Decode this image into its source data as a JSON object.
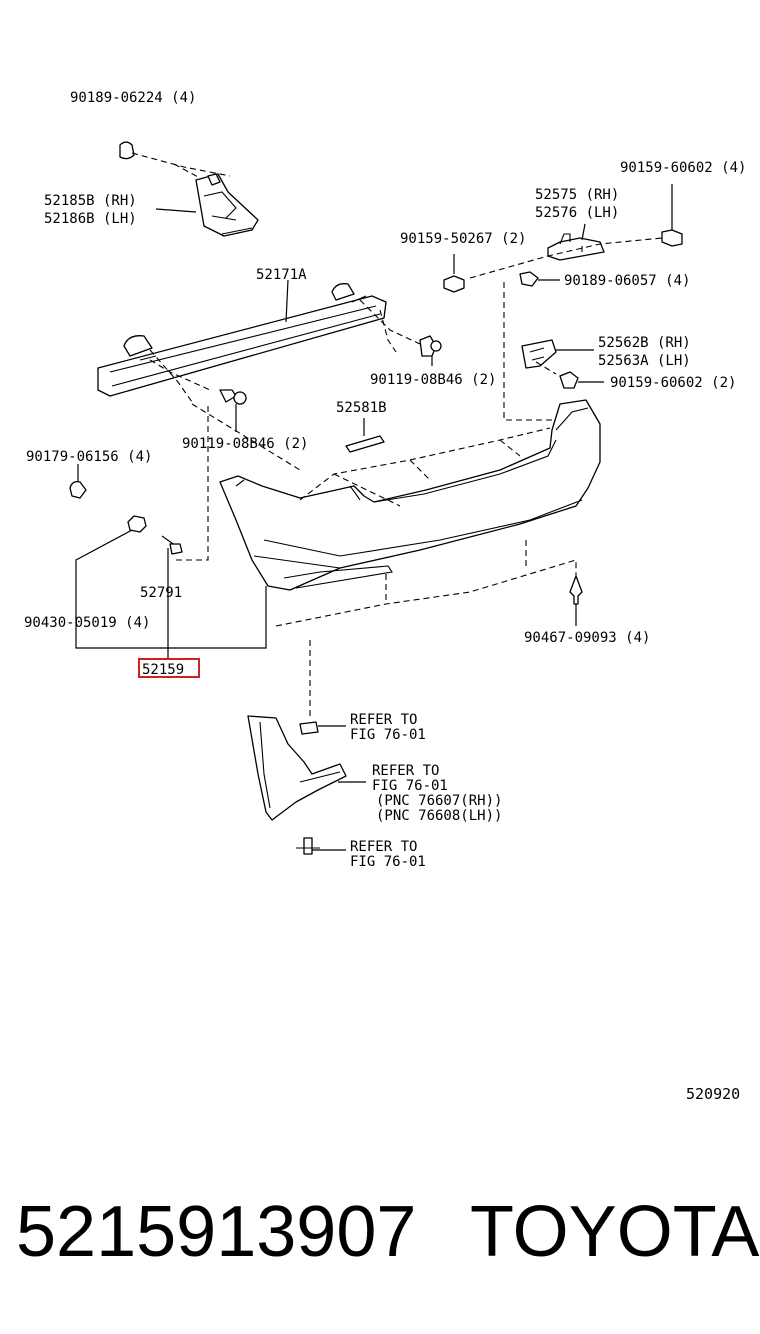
{
  "labels": {
    "p90189_06224": "90189-06224 (4)",
    "p52185b": "52185B (RH)",
    "p52186b": "52186B (LH)",
    "p90159_60602_top": "90159-60602 (4)",
    "p52575": "52575 (RH)",
    "p52576": "52576 (LH)",
    "p90159_50267": "90159-50267 (2)",
    "p90189_06057": "90189-06057 (4)",
    "p52171a": "52171A",
    "p90119_08b46_right": "90119-08B46 (2)",
    "p52562b": "52562B (RH)",
    "p52563a": "52563A (LH)",
    "p90159_60602_mid": "90159-60602 (2)",
    "p52581b": "52581B",
    "p90119_08b46_left": "90119-08B46 (2)",
    "p90179_06156": "90179-06156 (4)",
    "p52791": "52791",
    "p90430_05019": "90430-05019 (4)",
    "p52159": "52159",
    "p90467_09093": "90467-09093 (4)",
    "refer1_a": "REFER TO",
    "refer1_b": "FIG 76-01",
    "refer2_a": "REFER TO",
    "refer2_b": "FIG 76-01",
    "refer2_c": "(PNC 76607(RH))",
    "refer2_d": "(PNC 76608(LH))",
    "refer3_a": "REFER TO",
    "refer3_b": "FIG 76-01",
    "figure_code": "520920"
  },
  "footer": {
    "part_number": "5215913907",
    "brand": "TOYOTA"
  },
  "colors": {
    "highlight": "#d22020",
    "ink": "#000000"
  }
}
